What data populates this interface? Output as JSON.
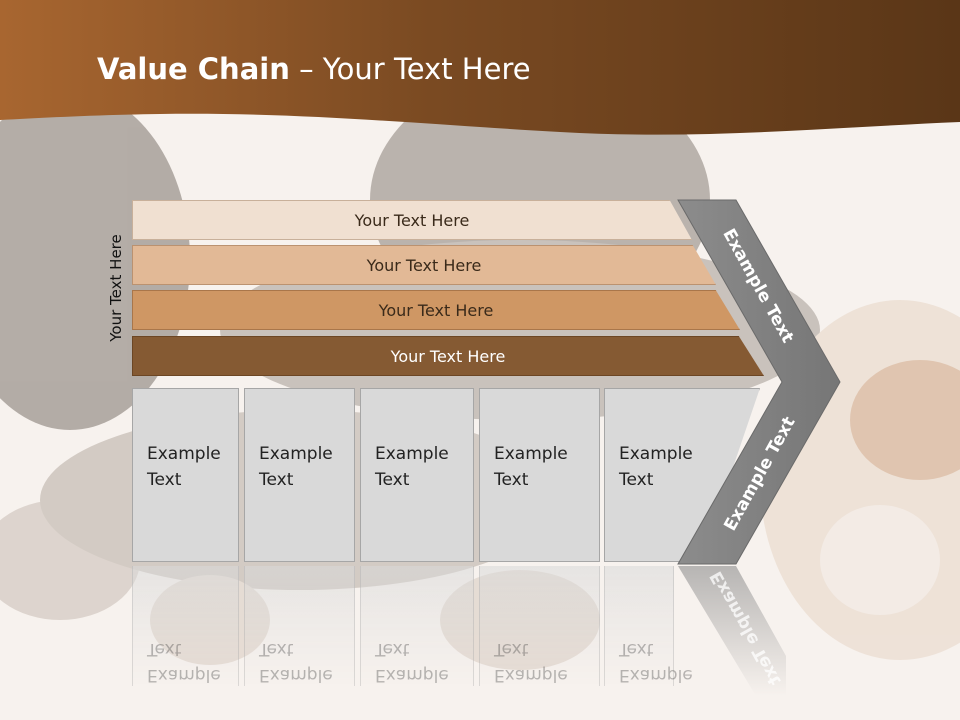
{
  "title": {
    "bold": "Value Chain",
    "rest": " – Your Text Here"
  },
  "side_label": "Your Text Here",
  "bars": [
    "Your Text Here",
    "Your Text Here",
    "Your Text Here",
    "Your Text Here"
  ],
  "boxes": [
    [
      "Example",
      "Text"
    ],
    [
      "Example",
      "Text"
    ],
    [
      "Example",
      "Text"
    ],
    [
      "Example",
      "Text"
    ],
    [
      "Example",
      "Text"
    ]
  ],
  "arrow": {
    "upper_label": "Example Text",
    "lower_label": "Example Text"
  },
  "colors": {
    "header_brown": "#7a4a22",
    "bar1": "#f0e0d1",
    "bar2": "#e2b996",
    "bar3": "#cf9764",
    "bar4": "#855a33",
    "arrow_gray": "#808080",
    "box_gray": "#d9d9d9"
  }
}
